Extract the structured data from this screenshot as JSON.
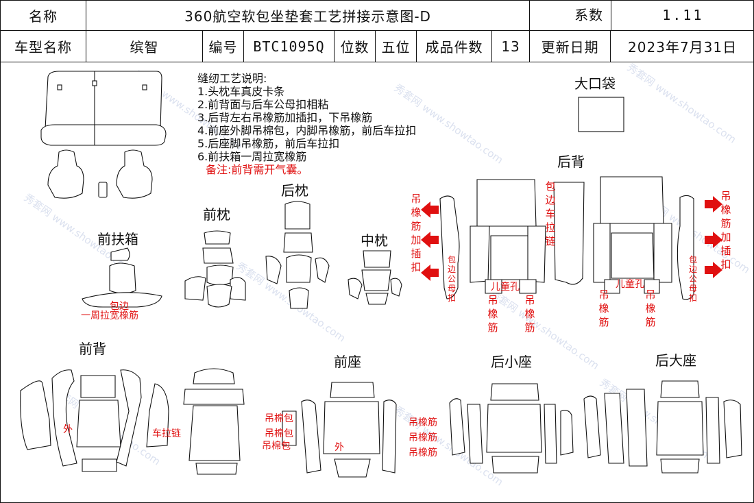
{
  "header": {
    "name_label": "名称",
    "title": "360航空软包坐垫套工艺拼接示意图-D",
    "coef_label": "系数",
    "coef_value": "1.11",
    "model_label": "车型名称",
    "model_value": "缤智",
    "code_label": "编号",
    "code_value": "BTC1095Q",
    "seats_label": "位数",
    "seats_value": "五位",
    "pieces_label": "成品件数",
    "pieces_value": "13",
    "update_label": "更新日期",
    "update_value": "2023年7月31日"
  },
  "notes": {
    "title": "缝纫工艺说明:",
    "lines": [
      "1.头枕车真皮卡条",
      "2.前背面与后车公母扣相粘",
      "3.后背左右吊橡筋加插扣，下吊橡筋",
      "4.前座外脚吊棉包，内脚吊橡筋，前后车拉扣",
      "5.后座脚吊橡筋，前后车拉扣",
      "6.前扶箱一周拉宽橡筋"
    ],
    "remark": "备注:前背需开气囊。"
  },
  "labels": {
    "big_pocket": "大口袋",
    "rear_back": "后背",
    "rear_headrest": "后枕",
    "front_headrest": "前枕",
    "mid_headrest": "中枕",
    "front_armrest": "前扶箱",
    "front_back": "前背",
    "front_seat": "前座",
    "rear_small_seat": "后小座",
    "rear_big_seat": "后大座"
  },
  "annotations": {
    "hang_elastic_insert": "吊橡筋加插扣",
    "edge_zip": "包边车拉链",
    "edge_female": "包边公母扣",
    "child_hole": "儿童孔",
    "hang_elastic": "吊橡筋",
    "armrest_edge": "包边",
    "armrest_elastic": "一周拉宽橡筋",
    "outer": "外",
    "zip": "车拉链",
    "cotton_pack": "吊棉包",
    "elastic": "吊橡筋"
  },
  "watermark": "秀套网 www.showtao.com"
}
